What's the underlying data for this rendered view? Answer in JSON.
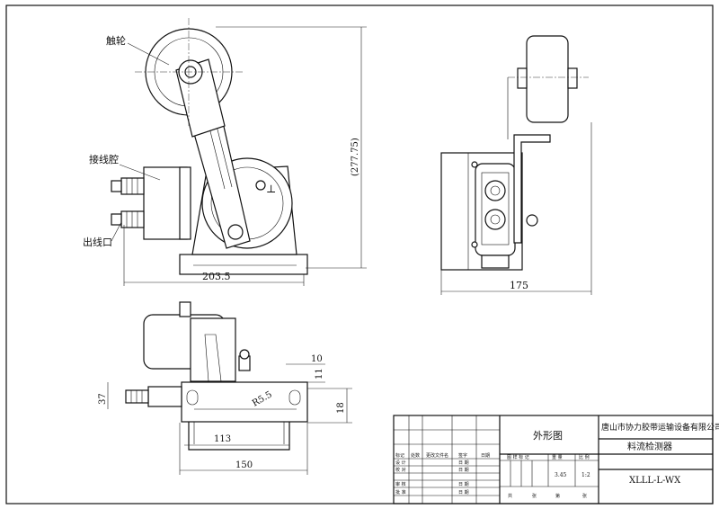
{
  "labels": {
    "contact_wheel": "触轮",
    "wiring_chamber": "接线腔",
    "cable_outlet": "出线口"
  },
  "dimensions": {
    "height": "(277.75)",
    "width_front": "203.5",
    "width_side": "175",
    "d10": "10",
    "d11": "11",
    "d37": "37",
    "r55": "R5.5",
    "d18": "18",
    "d113": "113",
    "d150": "150"
  },
  "title_block": {
    "view_name": "外形图",
    "company": "唐山市协力胶带运输设备有限公司",
    "product": "料流检测器",
    "model": "XLLL-L-WX",
    "col_stage_mark": "图 样 标 记",
    "col_weight": "重 量",
    "col_scale": "比 例",
    "weight_value": "3.45",
    "scale_value": "1:2",
    "sheet_total_label": "共",
    "sheet_total_unit": "张",
    "sheet_no_label": "第",
    "sheet_no_unit": "张",
    "rev_marker": "标记",
    "rev_count": "处数",
    "rev_file": "更改文件名",
    "rev_sign": "签字",
    "rev_date": "日期",
    "role_design": "设 计",
    "role_proofread": "校 对",
    "role_review": "审 核",
    "role_approve": "批 准",
    "date_label": "日 期"
  }
}
